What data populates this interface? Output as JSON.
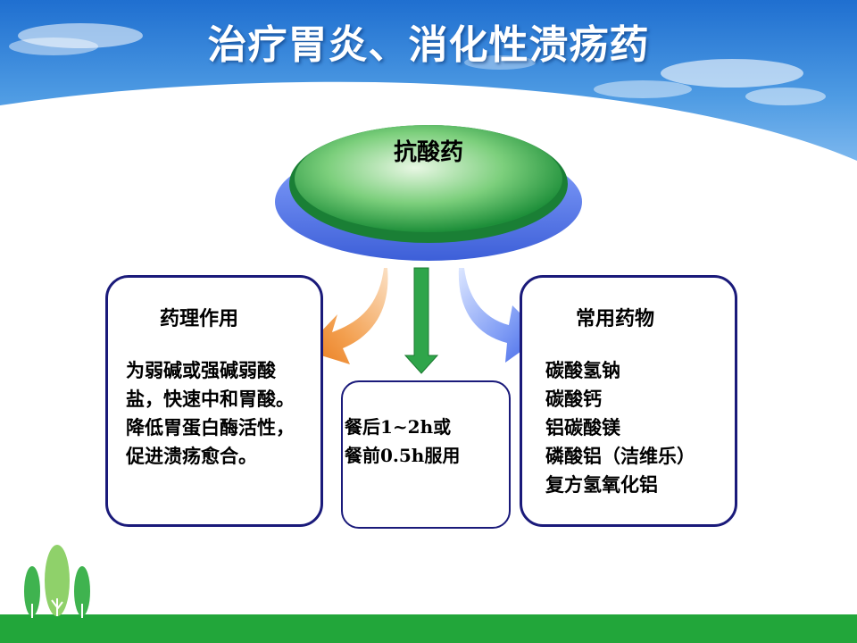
{
  "header": {
    "title": "治疗胃炎、消化性溃疡药"
  },
  "center": {
    "label": "抗酸药"
  },
  "left_box": {
    "heading": "药理作用",
    "body": "为弱碱或强碱弱酸盐，快速中和胃酸。降低胃蛋白酶活性，促进溃疡愈合。"
  },
  "middle_box": {
    "line1": "餐后1~2h或",
    "line2": "餐前0.5h服用"
  },
  "right_box": {
    "heading": "常用药物",
    "items": [
      "碳酸氢钠",
      "碳酸钙",
      "铝碳酸镁",
      "磷酸铝（洁维乐）",
      "复方氢氧化铝"
    ]
  },
  "colors": {
    "sky": "#3a8fdc",
    "disk_green": "#2fa54a",
    "disk_blue": "#5b7fe8",
    "arrow_orange": "#f08a2a",
    "arrow_green": "#2fa54a",
    "arrow_blue": "#5a7ff0",
    "box_border": "#1a1a7a",
    "footer": "#22a63a"
  },
  "icons": {
    "logo": "tree-logo-icon"
  }
}
